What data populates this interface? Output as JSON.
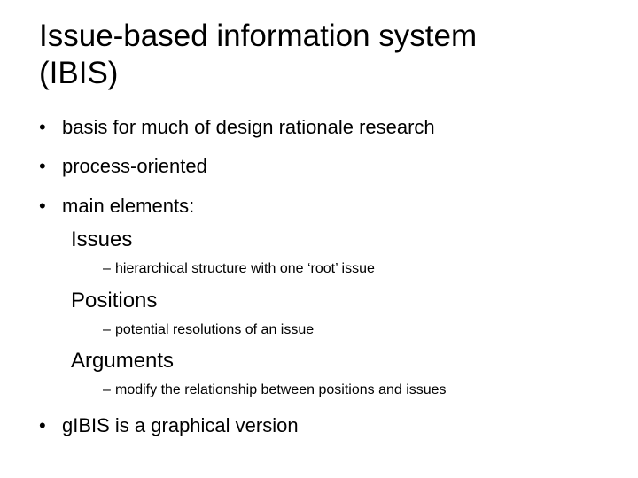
{
  "slide": {
    "title_line1": "Issue-based information system",
    "title_line2": "(IBIS)",
    "bullets": [
      "basis for much of design rationale research",
      "process-oriented",
      "main elements:",
      "gIBIS is a graphical version"
    ],
    "bullet_symbol": "•",
    "dash_symbol": "–",
    "elements": [
      {
        "term": "Issues",
        "description": "hierarchical structure with one ‘root’ issue"
      },
      {
        "term": "Positions",
        "description": "potential resolutions of an issue"
      },
      {
        "term": "Arguments",
        "description": "modify the relationship between positions and issues"
      }
    ]
  }
}
